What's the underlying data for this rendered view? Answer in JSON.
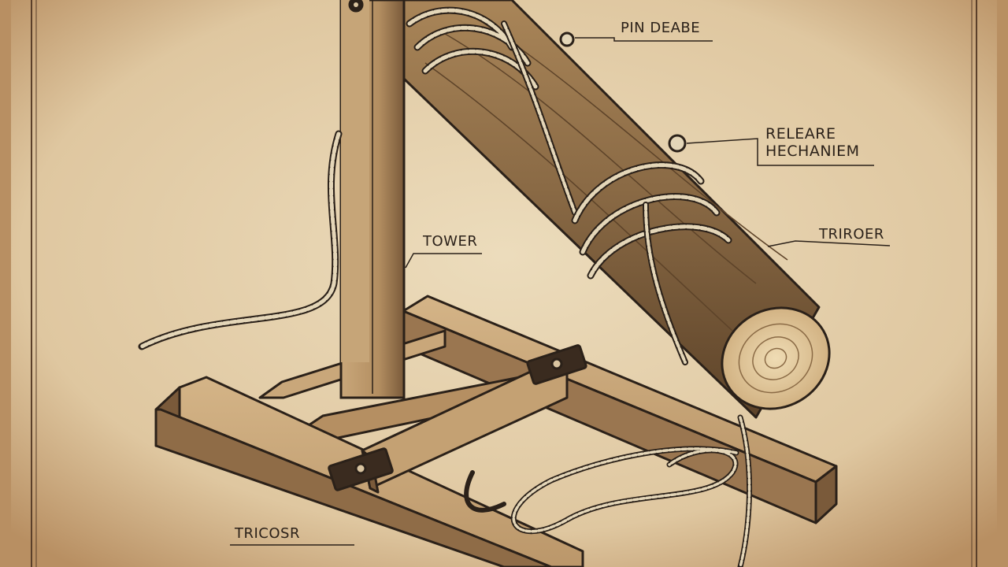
{
  "labels": {
    "pin_release": "PIN DEABE",
    "release_mechanism": {
      "line1": "RELEARE",
      "line2": "HECHANIEM"
    },
    "tower": "TOWER",
    "trigger_right": "TRIROER",
    "trigger_bottom": "TRICOSR"
  },
  "colors": {
    "paper": "#e6d3b0",
    "paper_edge": "#b88f62",
    "frame_line": "#5a3f2a",
    "wood_light": "#c9a77a",
    "wood_dark": "#7a5a3a",
    "ink": "#2b2119",
    "rope": "#e4d6b8"
  }
}
